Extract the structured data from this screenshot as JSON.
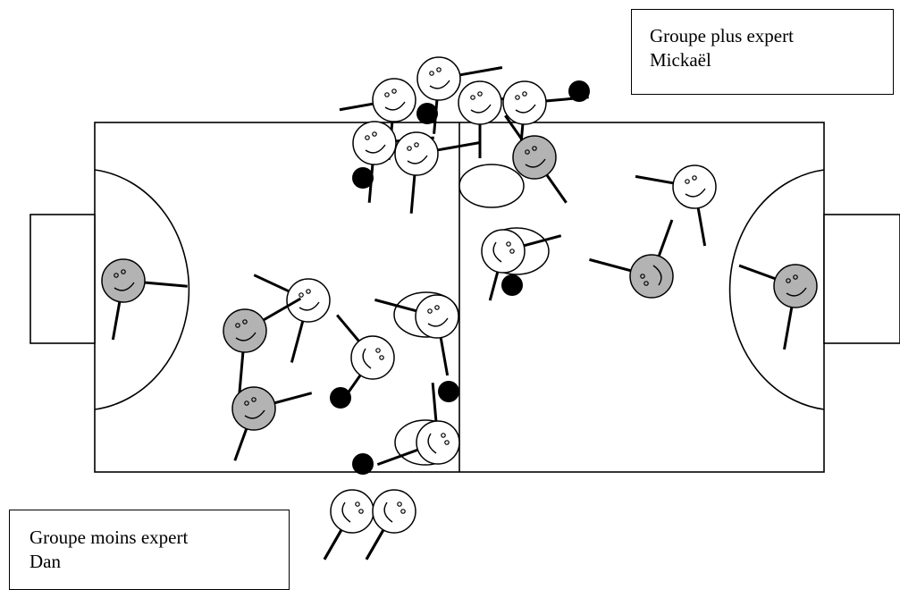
{
  "labels": {
    "expert_group": [
      "Groupe plus expert",
      "Mickaël"
    ],
    "less_expert_group": [
      "Groupe moins expert",
      "Dan"
    ]
  },
  "colors": {
    "line": "#000000",
    "shaded_player": "#b3b3b3",
    "plain_player": "#ffffff",
    "ball": "#000000"
  },
  "icon_names": {
    "player": "smiley-face-icon",
    "ball": "ball-icon",
    "goal": "goal-rect"
  }
}
